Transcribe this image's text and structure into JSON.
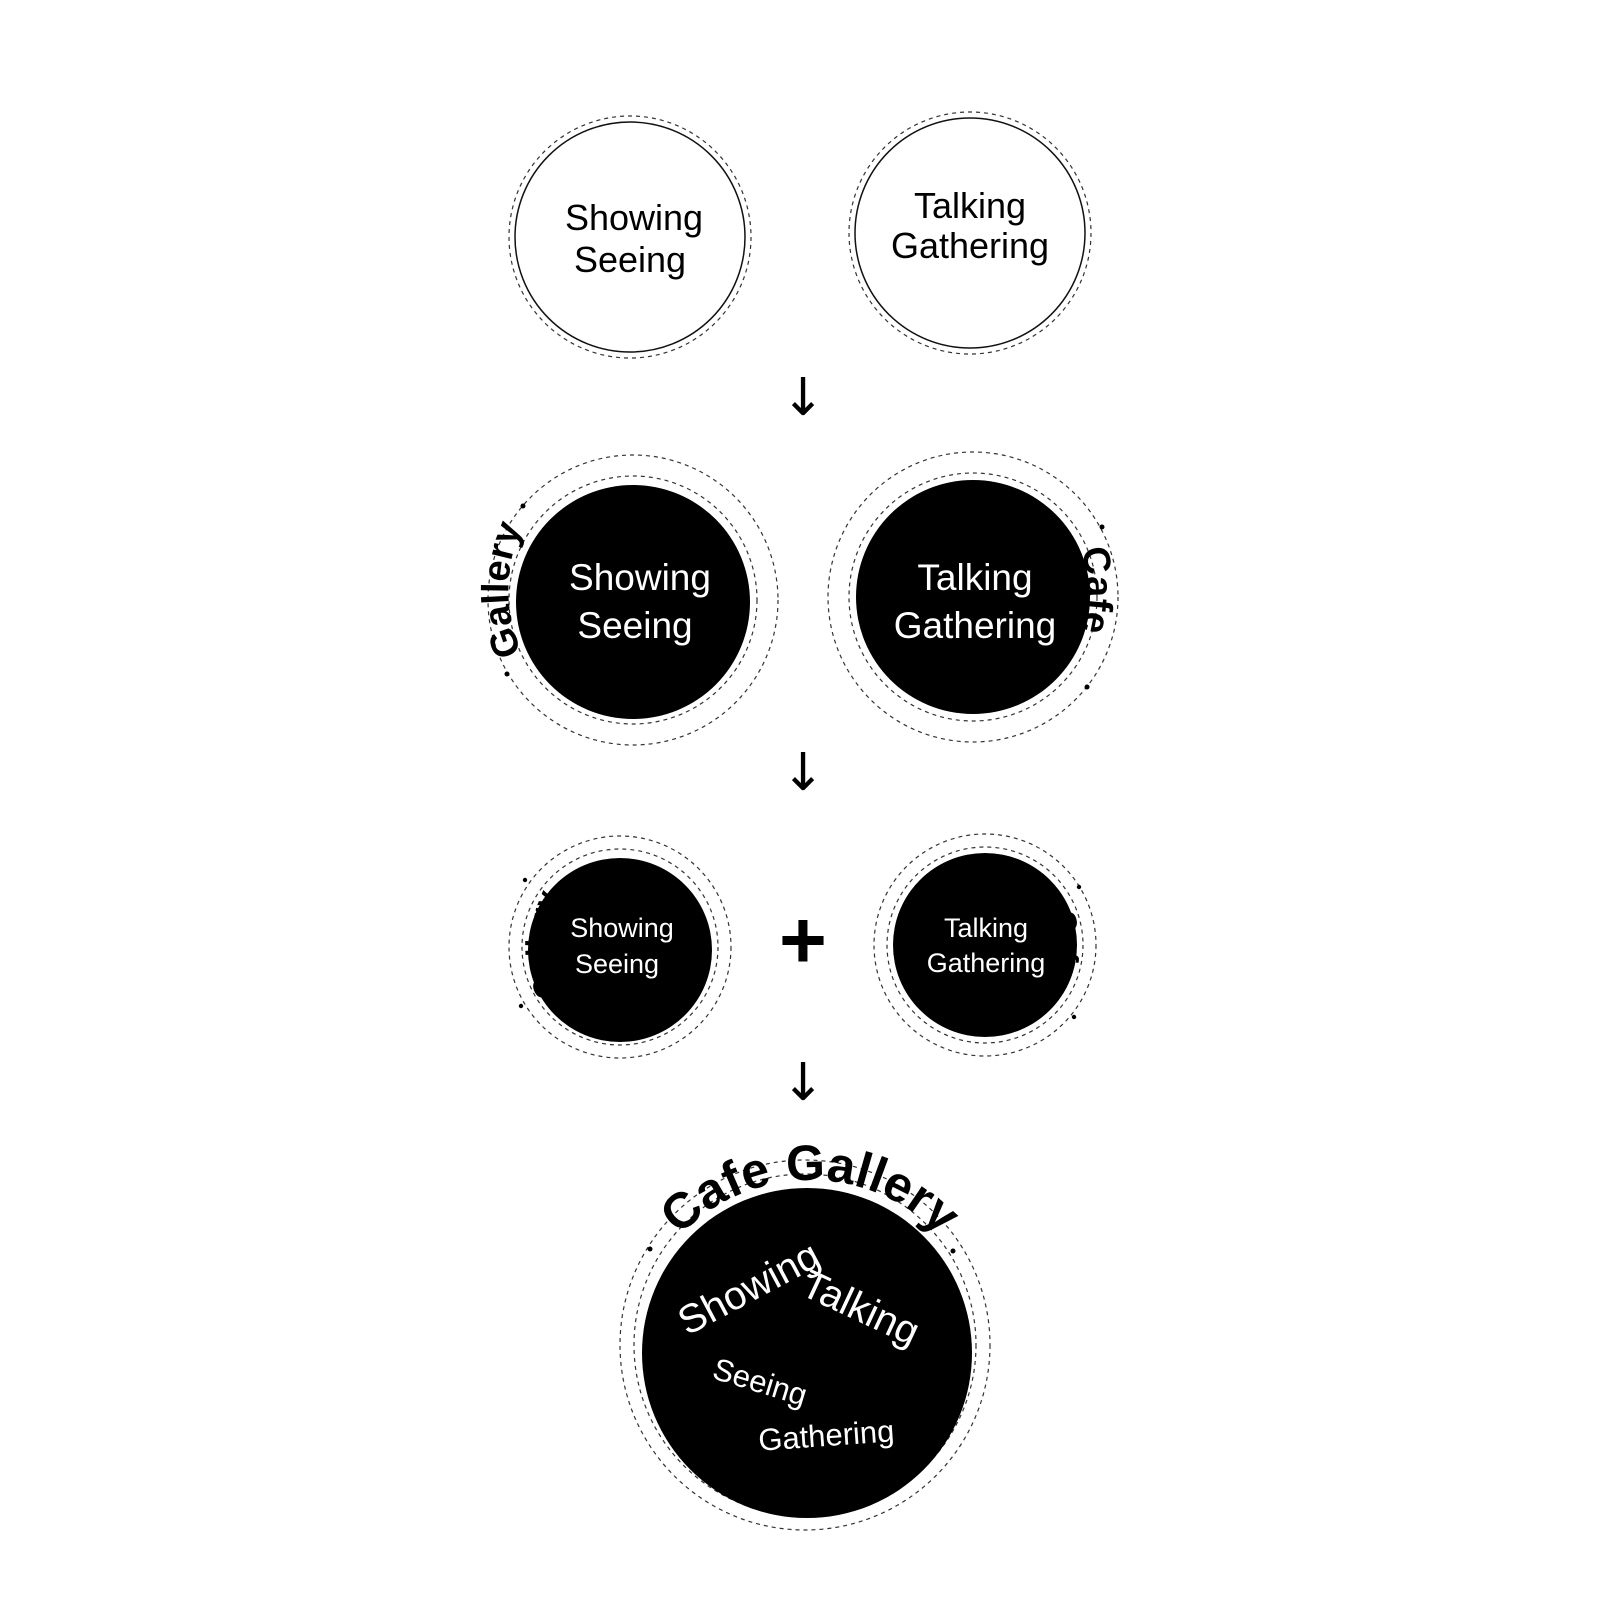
{
  "stage1": {
    "left_line1": "Showing",
    "left_line2": "Seeing",
    "right_line1": "Talking",
    "right_line2": "Gathering"
  },
  "stage2": {
    "left_line1": "Showing",
    "left_line2": "Seeing",
    "left_arc_label": "Gallery",
    "right_line1": "Talking",
    "right_line2": "Gathering",
    "right_arc_label": "Cafe"
  },
  "stage3": {
    "left_line1": "Showing",
    "left_line2": "Seeing",
    "left_arc_label": "Gallery",
    "plus": "+",
    "right_line1": "Talking",
    "right_line2": "Gathering",
    "right_arc_label": "Cafe"
  },
  "stage4": {
    "arc_title": "Cafe Gallery",
    "word1": "Showing",
    "word2": "Talking",
    "word3": "Seeing",
    "word4": "Gathering"
  },
  "arrows": {
    "arrow1": "↓",
    "arrow2": "↓",
    "arrow3": "↓"
  },
  "colors": {
    "ink": "#000000",
    "paper": "#ffffff"
  }
}
